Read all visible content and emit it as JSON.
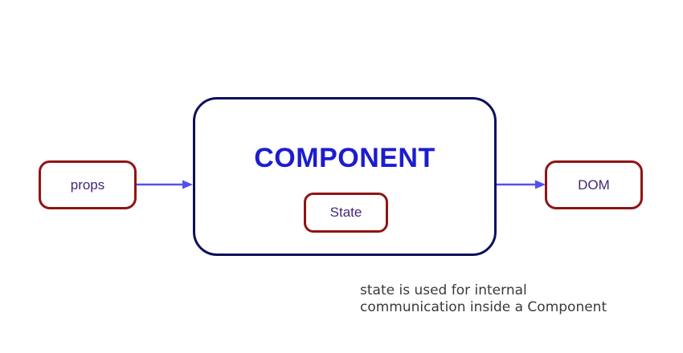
{
  "colors": {
    "background": "#ffffff",
    "node_border": "#911414",
    "node_label": "#432776",
    "component_border": "#0e0e5c",
    "component_title": "#1c1cd0",
    "arrow": "#5050f0",
    "caption": "#3a3a3a"
  },
  "diagram": {
    "nodes": {
      "props": {
        "label": "props"
      },
      "component": {
        "title": "COMPONENT"
      },
      "state": {
        "label": "State"
      },
      "dom": {
        "label": "DOM"
      }
    },
    "arrows": [
      {
        "name": "props-to-component",
        "direction": "right"
      },
      {
        "name": "component-to-dom",
        "direction": "right"
      }
    ],
    "caption": {
      "line1": "state is used for internal",
      "line2": "communication inside a Component"
    }
  }
}
